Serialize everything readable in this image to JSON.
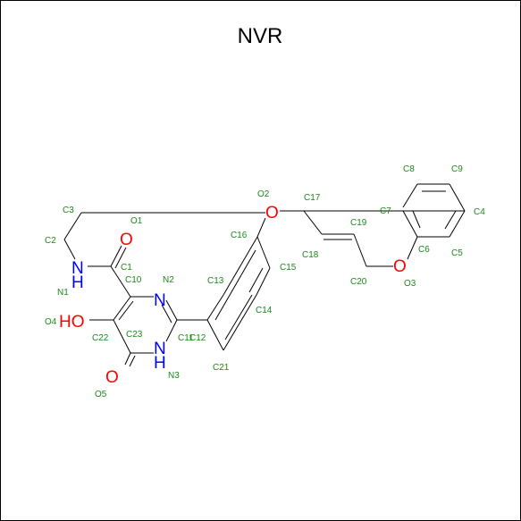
{
  "title": "NVR",
  "colors": {
    "carbon": "#000000",
    "nitrogen": "#0000ff",
    "oxygen": "#ff0000",
    "label": "#1a8a1a"
  },
  "atoms": {
    "n1": "N",
    "h1": "H",
    "n2": "N",
    "n3": "N",
    "h3": "H",
    "o1": "O",
    "o2": "O",
    "o3": "O",
    "o4": "HO",
    "o5": "O"
  },
  "labels": {
    "C1": "C1",
    "C2": "C2",
    "C3": "C3",
    "C4": "C4",
    "C5": "C5",
    "C6": "C6",
    "C7": "C7",
    "C8": "C8",
    "C9": "C9",
    "C10": "C10",
    "C11": "C11",
    "C12": "C12",
    "C13": "C13",
    "C14": "C14",
    "C15": "C15",
    "C16": "C16",
    "C17": "C17",
    "C18": "C18",
    "C19": "C19",
    "C20": "C20",
    "C21": "C21",
    "C22": "C22",
    "C23": "C23",
    "N1": "N1",
    "N2": "N2",
    "N3": "N3",
    "O1": "O1",
    "O2": "O2",
    "O3": "O3",
    "O4": "O4",
    "O5": "O5"
  }
}
